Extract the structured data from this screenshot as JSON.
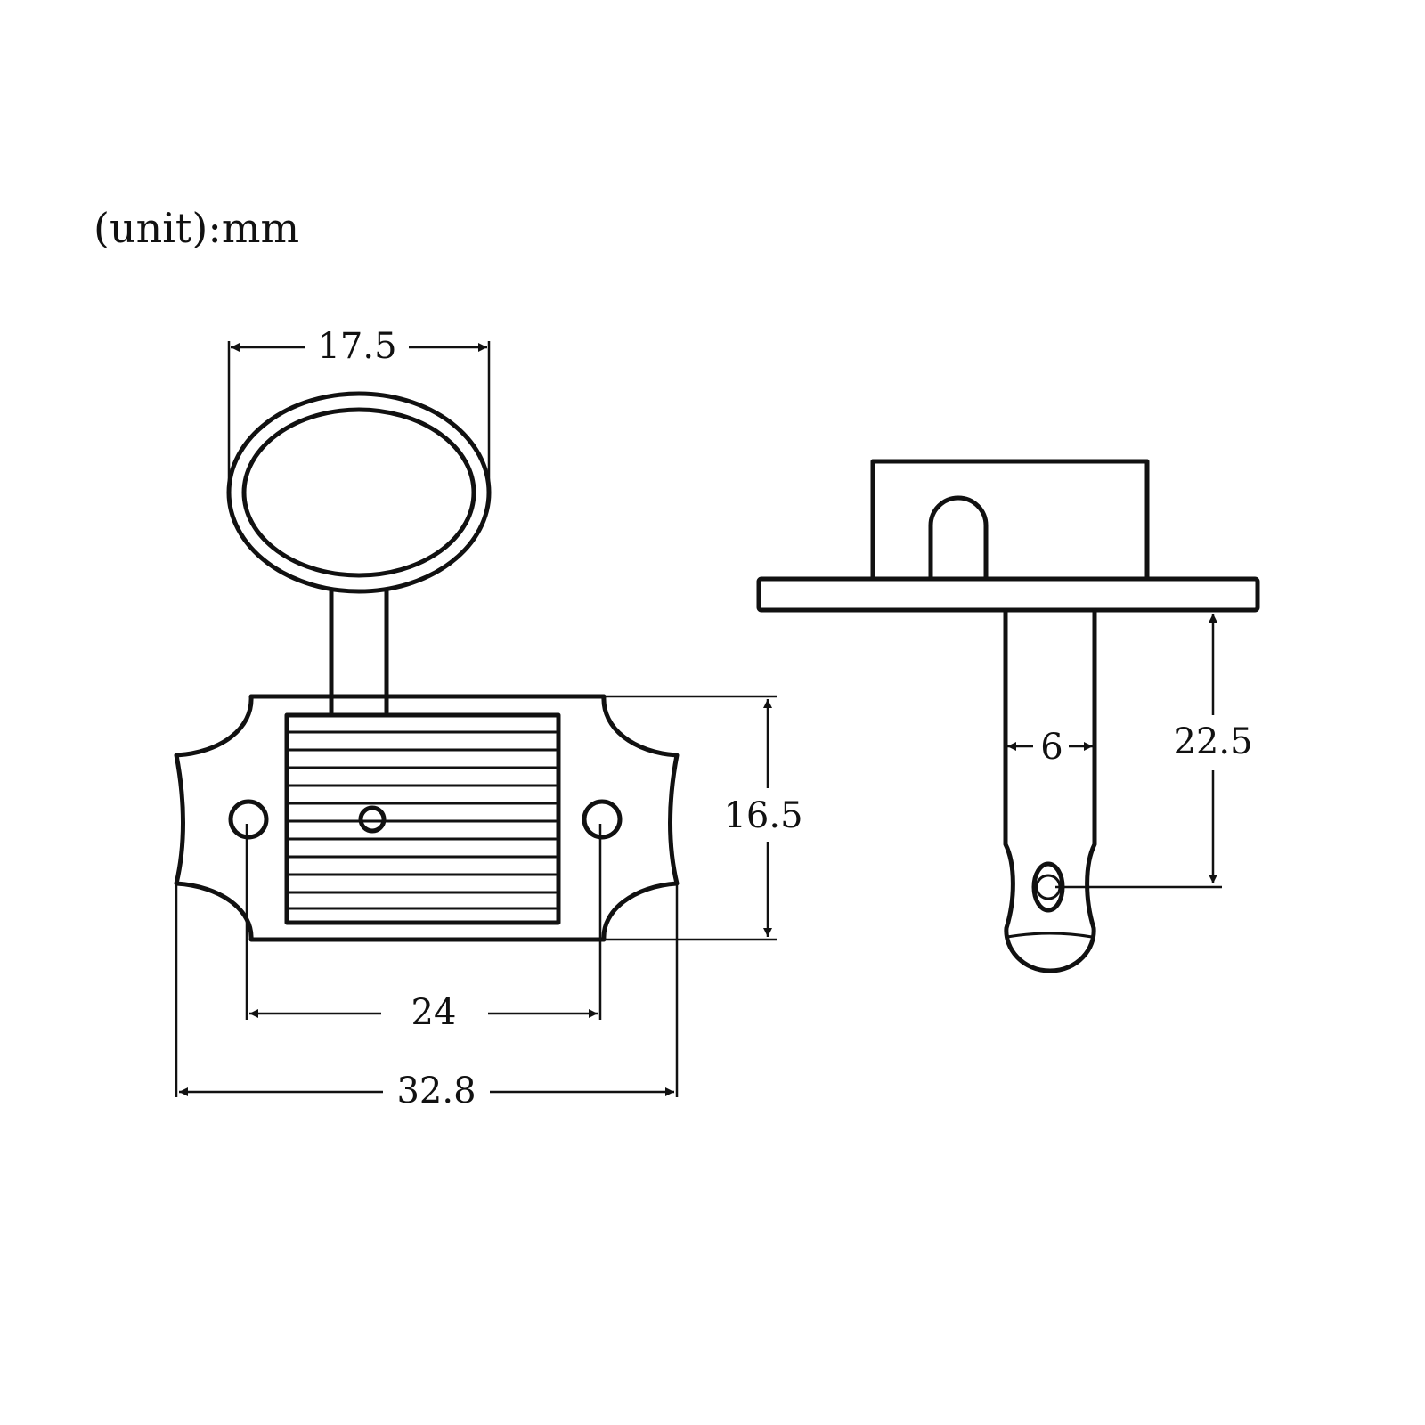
{
  "unit_note": "(unit):mm",
  "dimensions": {
    "knob_width": "17.5",
    "plate_height": "16.5",
    "hole_spacing": "24",
    "overall_width": "32.8",
    "post_diameter": "6",
    "post_length": "22.5"
  },
  "colors": {
    "line": "#111111",
    "background": "#ffffff"
  }
}
